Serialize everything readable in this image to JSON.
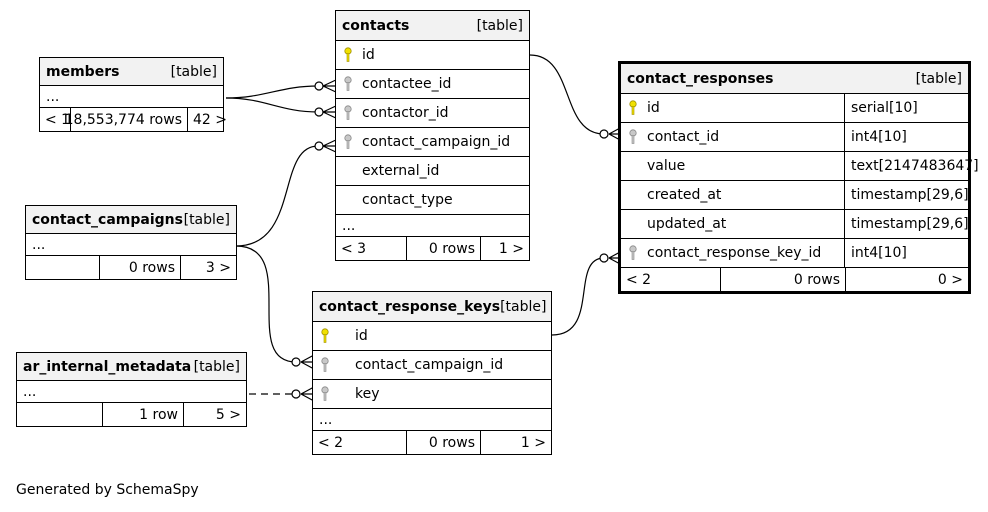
{
  "tables": {
    "members": {
      "name": "members",
      "kind": "[table]",
      "dots": "...",
      "footer": [
        "< 1",
        "18,553,774 rows",
        "42 >"
      ]
    },
    "contacts": {
      "name": "contacts",
      "kind": "[table]",
      "columns": [
        {
          "name": "id",
          "key": "primary"
        },
        {
          "name": "contactee_id",
          "key": "foreign"
        },
        {
          "name": "contactor_id",
          "key": "foreign"
        },
        {
          "name": "contact_campaign_id",
          "key": "foreign"
        },
        {
          "name": "external_id",
          "key": "none"
        },
        {
          "name": "contact_type",
          "key": "none"
        }
      ],
      "dots": "...",
      "footer": [
        "< 3",
        "0 rows",
        "1 >"
      ]
    },
    "contact_responses": {
      "name": "contact_responses",
      "kind": "[table]",
      "columns": [
        {
          "name": "id",
          "type": "serial[10]",
          "key": "primary"
        },
        {
          "name": "contact_id",
          "type": "int4[10]",
          "key": "foreign"
        },
        {
          "name": "value",
          "type": "text[2147483647]",
          "key": "none"
        },
        {
          "name": "created_at",
          "type": "timestamp[29,6]",
          "key": "none"
        },
        {
          "name": "updated_at",
          "type": "timestamp[29,6]",
          "key": "none"
        },
        {
          "name": "contact_response_key_id",
          "type": "int4[10]",
          "key": "foreign"
        }
      ],
      "footer": [
        "< 2",
        "0 rows",
        "0 >"
      ]
    },
    "contact_campaigns": {
      "name": "contact_campaigns",
      "kind": "[table]",
      "dots": "...",
      "footer": [
        "",
        "0 rows",
        "3 >"
      ]
    },
    "contact_response_keys": {
      "name": "contact_response_keys",
      "kind": "[table]",
      "columns": [
        {
          "name": "id",
          "key": "primary"
        },
        {
          "name": "contact_campaign_id",
          "key": "foreign"
        },
        {
          "name": "key",
          "key": "foreign"
        }
      ],
      "dots": "...",
      "footer": [
        "< 2",
        "0 rows",
        "1 >"
      ]
    },
    "ar_internal_metadata": {
      "name": "ar_internal_metadata",
      "kind": "[table]",
      "dots": "...",
      "footer": [
        "",
        "1 row",
        "5 >"
      ]
    }
  },
  "key_colors": {
    "primary": "#f0e000",
    "foreign": "#b0b0b0"
  },
  "credit": "Generated by SchemaSpy"
}
